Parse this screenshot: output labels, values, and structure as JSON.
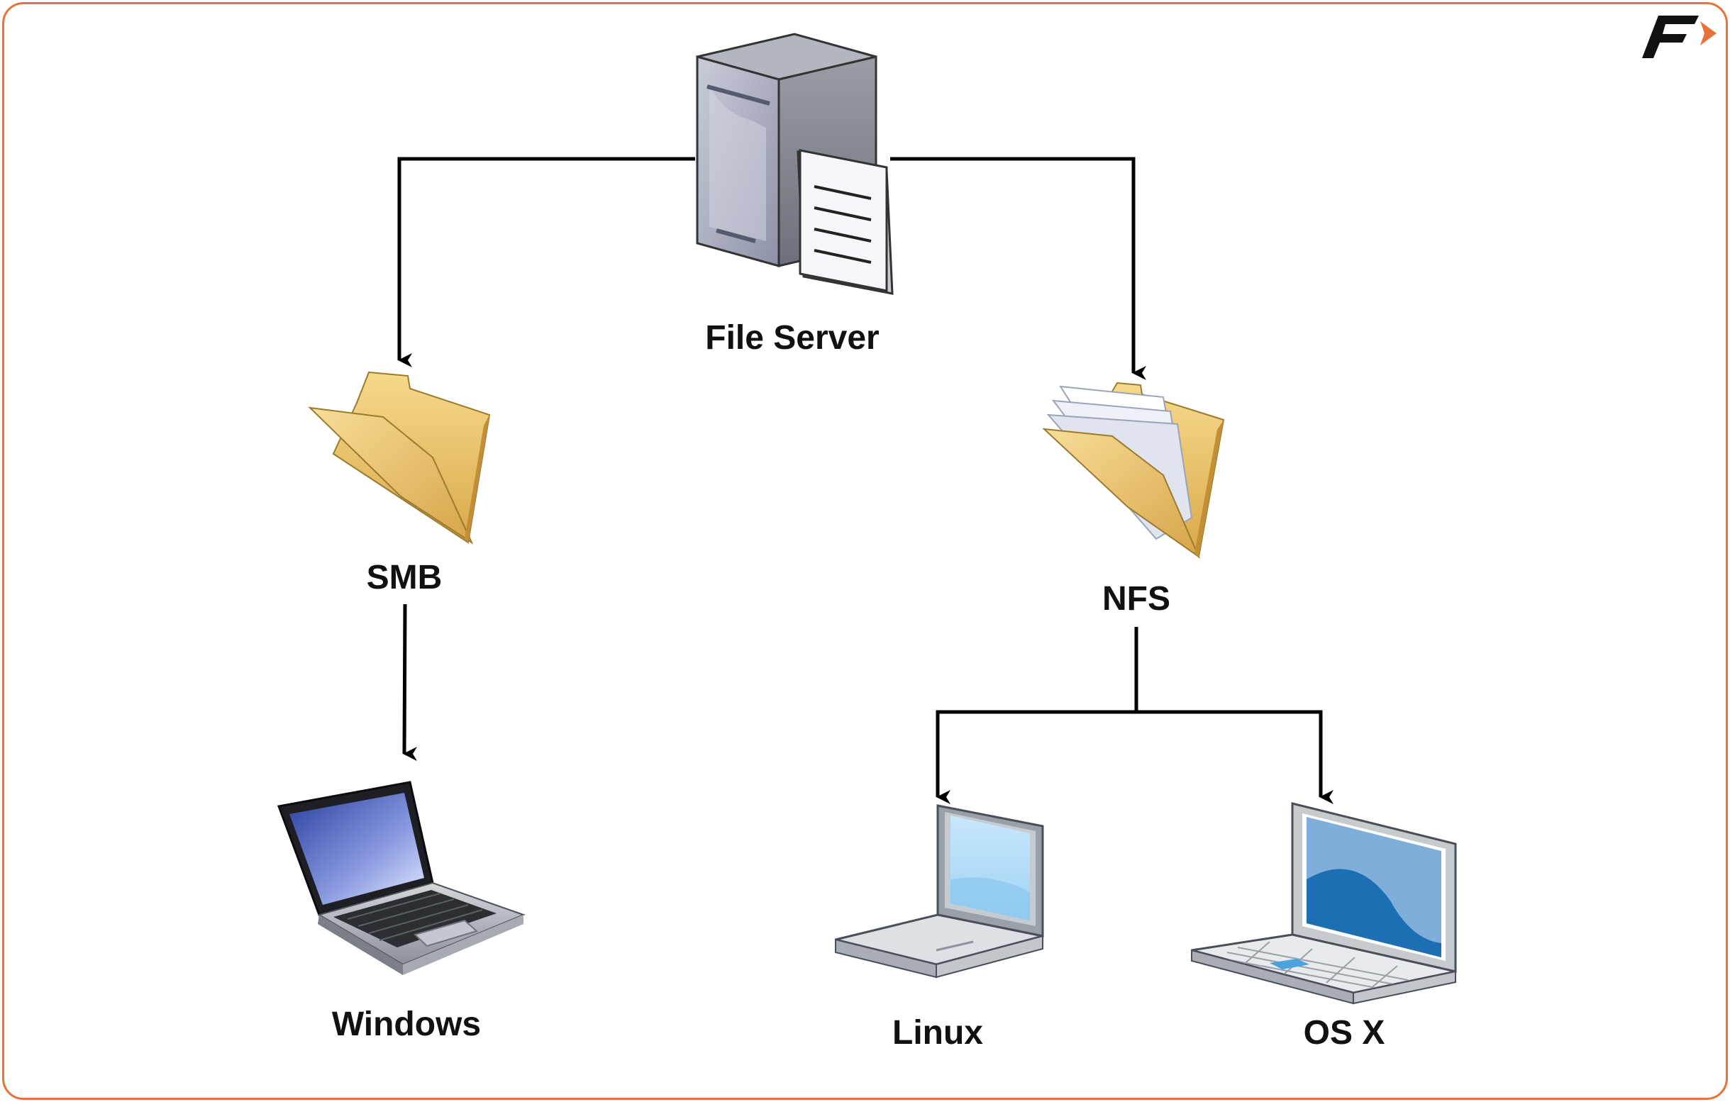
{
  "diagram": {
    "nodes": {
      "file_server": {
        "label": "File Server",
        "icon": "file-server-icon"
      },
      "smb": {
        "label": "SMB",
        "icon": "folder-icon"
      },
      "nfs": {
        "label": "NFS",
        "icon": "folder-with-files-icon"
      },
      "windows": {
        "label": "Windows",
        "icon": "laptop-icon"
      },
      "linux": {
        "label": "Linux",
        "icon": "laptop-icon"
      },
      "osx": {
        "label": "OS X",
        "icon": "laptop-icon"
      }
    },
    "edges": [
      {
        "from": "File Server",
        "to": "SMB"
      },
      {
        "from": "File Server",
        "to": "NFS"
      },
      {
        "from": "SMB",
        "to": "Windows"
      },
      {
        "from": "NFS",
        "to": "Linux"
      },
      {
        "from": "NFS",
        "to": "OS X"
      }
    ]
  },
  "logo": {
    "icon": "brand-logo-icon"
  },
  "colors": {
    "frame": "#e8733a",
    "connector": "#000000",
    "folder": "#e9c06a",
    "screen_blue": "#2f7fc1"
  }
}
